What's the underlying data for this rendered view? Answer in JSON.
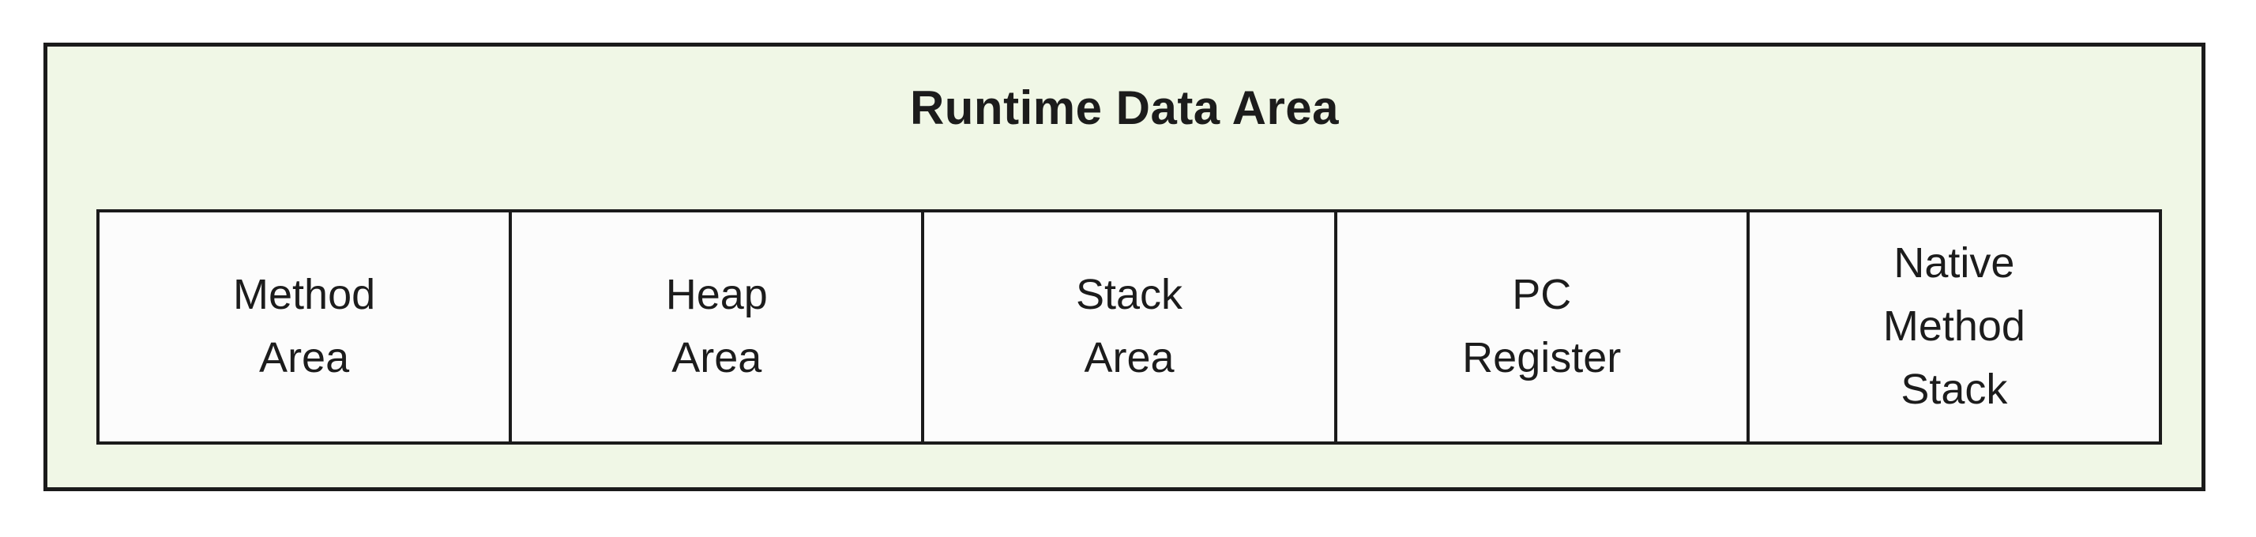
{
  "diagram": {
    "title": "Runtime Data Area",
    "cells": [
      {
        "label": "Method\nArea"
      },
      {
        "label": "Heap\nArea"
      },
      {
        "label": "Stack\nArea"
      },
      {
        "label": "PC\nRegister"
      },
      {
        "label": "Native\nMethod\nStack"
      }
    ]
  },
  "colors": {
    "page_bg": "#ffffff",
    "container_bg": "#f0f7e6",
    "cell_bg": "#fcfcfc",
    "border": "#1b1b1b",
    "text": "#1c1c1c"
  }
}
